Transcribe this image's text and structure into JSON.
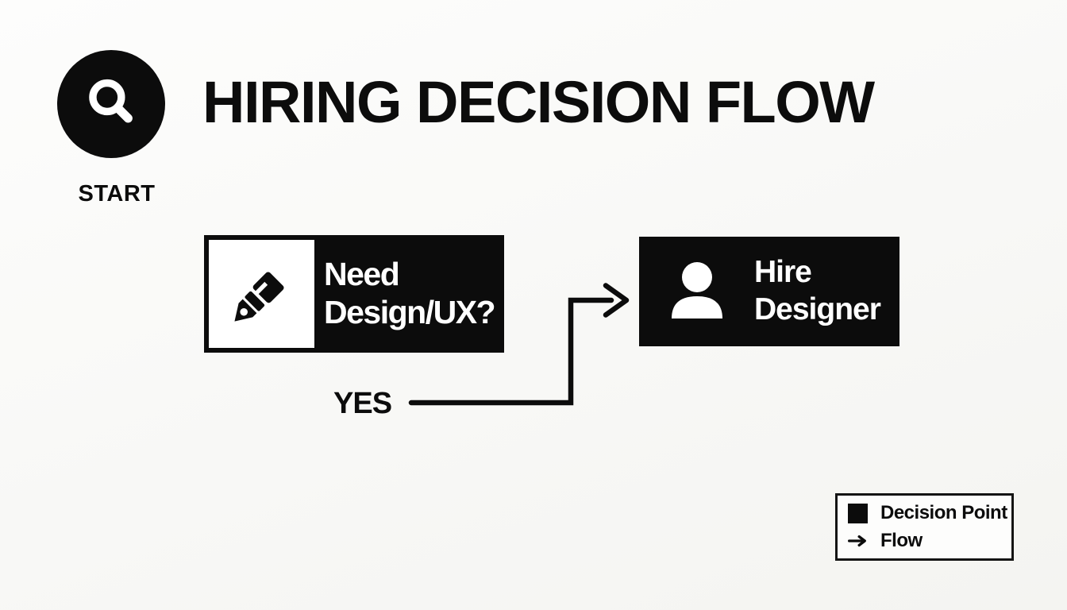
{
  "page": {
    "title": "HIRING DECISION FLOW",
    "background_color": "#f7f7f4",
    "ink_color": "#0c0c0c"
  },
  "start": {
    "label": "START",
    "icon": "magnifier-icon"
  },
  "decision_node": {
    "line1": "Need",
    "line2": "Design/UX?",
    "icon": "pen-nib-icon"
  },
  "outcome_node": {
    "line1": "Hire",
    "line2": "Designer",
    "icon": "person-icon"
  },
  "flow": {
    "branch_label": "YES"
  },
  "legend": {
    "items": [
      {
        "symbol": "decision-square",
        "label": "Decision Point"
      },
      {
        "symbol": "flow-arrow",
        "label": "Flow"
      }
    ]
  }
}
